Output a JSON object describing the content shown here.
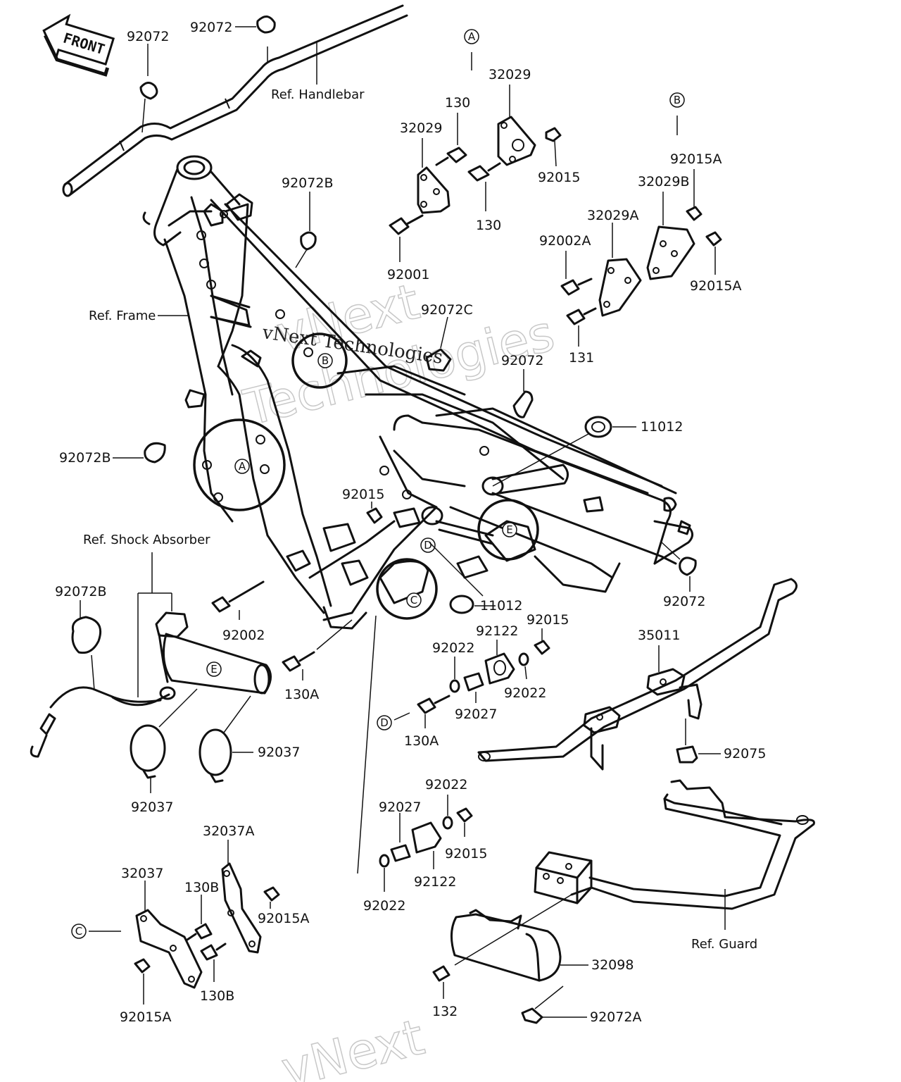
{
  "front_arrow": {
    "text": "FRONT"
  },
  "watermark": {
    "line1": "vNext",
    "line2": "Technologies",
    "line3": "vNext Technologies"
  },
  "references": {
    "handlebar": "Ref. Handlebar",
    "frame": "Ref. Frame",
    "shock_absorber": "Ref. Shock Absorber",
    "guard": "Ref. Guard"
  },
  "detail_tags": {
    "a": "A",
    "b": "B",
    "c": "C",
    "d": "D",
    "e": "E"
  },
  "callouts": {
    "p92072_a": "92072",
    "p92072_b": "92072",
    "p92072_c": "92072",
    "p92072_d": "92072",
    "p92072b_a": "92072B",
    "p92072b_b": "92072B",
    "p92072b_c": "92072B",
    "p92072c": "92072C",
    "p92072a": "92072A",
    "p32029_a": "32029",
    "p32029_b": "32029",
    "p130_a": "130",
    "p130_b": "130",
    "p92015_a": "92015",
    "p92015_b": "92015",
    "p92015_c": "92015",
    "p92015_d": "92015",
    "p92001": "92001",
    "p92015a_a": "92015A",
    "p92015a_b": "92015A",
    "p92015a_c": "92015A",
    "p92015a_d": "92015A",
    "p32029b": "32029B",
    "p32029a": "32029A",
    "p92002a": "92002A",
    "p131": "131",
    "p11012_a": "11012",
    "p11012_b": "11012",
    "p92002": "92002",
    "p130a_a": "130A",
    "p130a_b": "130A",
    "p92122_a": "92122",
    "p92122_b": "92122",
    "p92022_a": "92022",
    "p92022_b": "92022",
    "p92022_c": "92022",
    "p92022_d": "92022",
    "p92027_a": "92027",
    "p92027_b": "92027",
    "p35011": "35011",
    "p92075": "92075",
    "p92037_a": "92037",
    "p92037_b": "92037",
    "p32037a": "32037A",
    "p32037": "32037",
    "p130b_a": "130B",
    "p130b_b": "130B",
    "p32098": "32098",
    "p132": "132"
  }
}
